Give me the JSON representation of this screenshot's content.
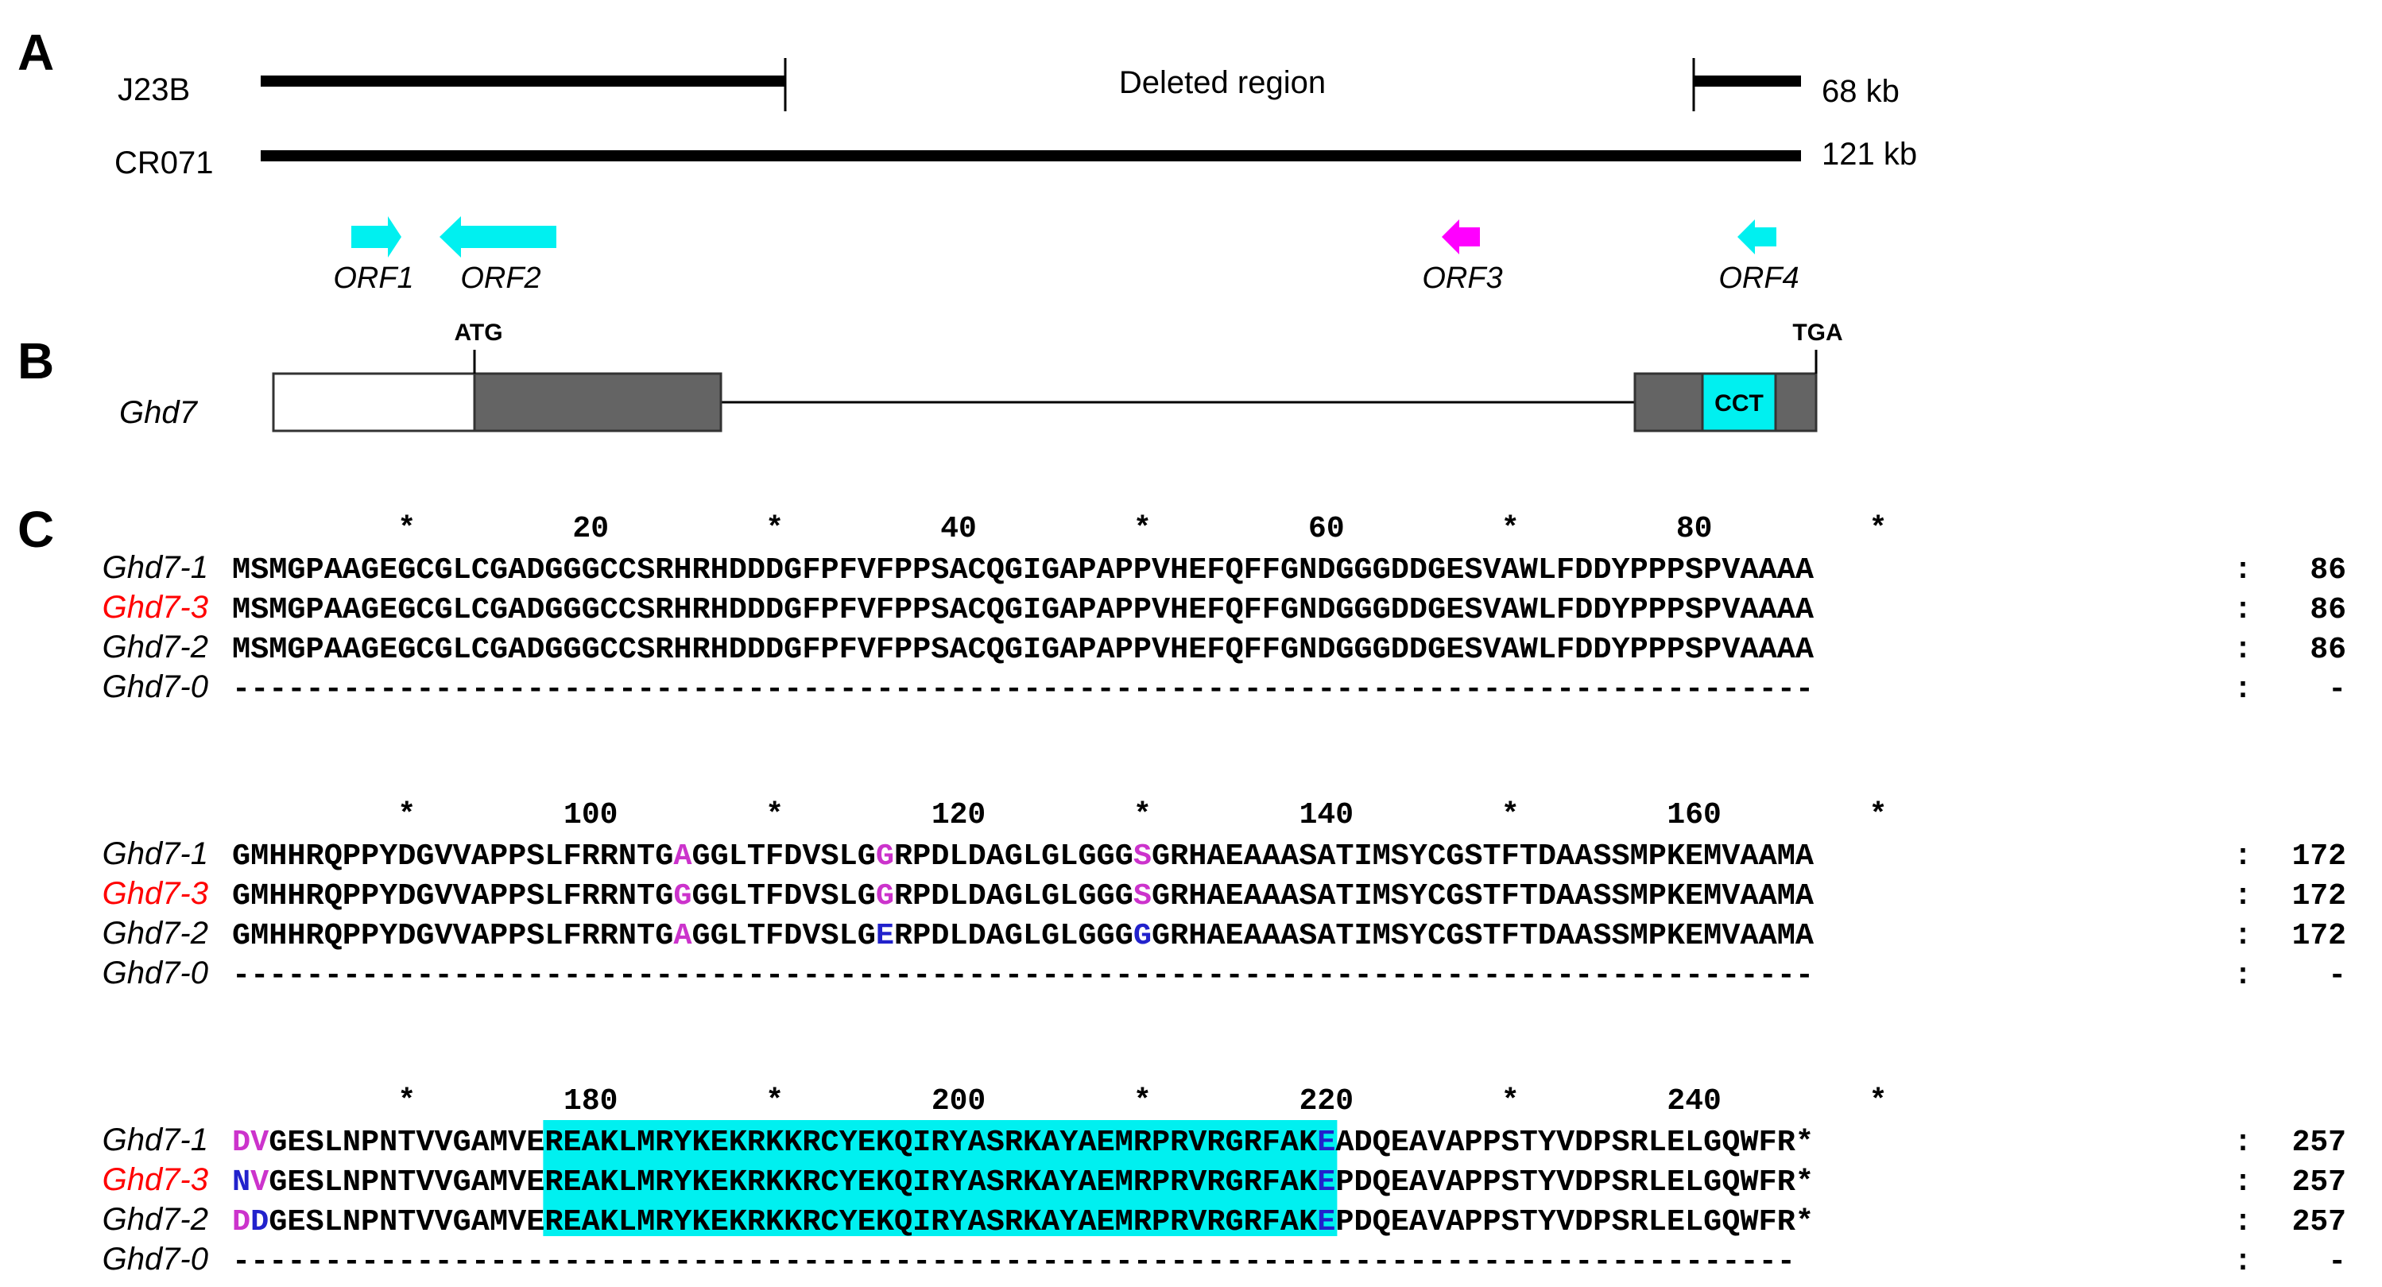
{
  "panels": {
    "a": "A",
    "b": "B",
    "c": "C"
  },
  "panel_a": {
    "tracks": [
      {
        "name": "J23B",
        "size": "68 kb"
      },
      {
        "name": "CR071",
        "size": "121 kb"
      }
    ],
    "deleted_label": "Deleted region",
    "orfs": [
      {
        "label": "ORF1",
        "color": "#00f0f0",
        "direction": "right"
      },
      {
        "label": "ORF2",
        "color": "#00f0f0",
        "direction": "left"
      },
      {
        "label": "ORF3",
        "color": "#ff00ff",
        "direction": "left"
      },
      {
        "label": "ORF4",
        "color": "#00f0f0",
        "direction": "left"
      }
    ]
  },
  "panel_b": {
    "gene": "Ghd7",
    "start_codon": "ATG",
    "stop_codon": "TGA",
    "domain": "CCT",
    "colors": {
      "utr": "#ffffff",
      "exon": "#646464",
      "domain": "#00f0f0"
    }
  },
  "panel_c": {
    "colors": {
      "highlight": "#00f0f0",
      "magenta": "#cc33cc",
      "blue": "#2222cc",
      "red_name": "#ff0000"
    },
    "blocks": [
      {
        "ruler_numbers": [
          "20",
          "40",
          "60",
          "80"
        ],
        "rows": [
          {
            "name": "Ghd7-1",
            "seq": "MSMGPAAGEGCGLCGADGGGCCSRHRHDDDGFPFVFPPSACQGIGAPAPPVHEFQFFGNDGGGDDGESVAWLFDDYPPPSPVAAAA",
            "sep": ":",
            "num": "86"
          },
          {
            "name": "Ghd7-3",
            "seq": "MSMGPAAGEGCGLCGADGGGCCSRHRHDDDGFPFVFPPSACQGIGAPAPPVHEFQFFGNDGGGDDGESVAWLFDDYPPPSPVAAAA",
            "sep": ":",
            "num": "86"
          },
          {
            "name": "Ghd7-2",
            "seq": "MSMGPAAGEGCGLCGADGGGCCSRHRHDDDGFPFVFPPSACQGIGAPAPPVHEFQFFGNDGGGDDGESVAWLFDDYPPPSPVAAAA",
            "sep": ":",
            "num": "86"
          },
          {
            "name": "Ghd7-0",
            "seq": "--------------------------------------------------------------------------------------",
            "sep": ":",
            "num": "-"
          }
        ]
      },
      {
        "ruler_numbers": [
          "100",
          "120",
          "140",
          "160"
        ],
        "rows": [
          {
            "name": "Ghd7-1",
            "seq": "GMHHRQPPYDGVVAPPSLFRRNTGAGGLTFDVSLGGRPDLDAGLGLGGGSGRHAEAAASATIMSYCGSTFTDAASSMPKEMVAAMA",
            "sep": ":",
            "num": "172"
          },
          {
            "name": "Ghd7-3",
            "seq": "GMHHRQPPYDGVVAPPSLFRRNTGGGGLTFDVSLGGRPDLDAGLGLGGGSGRHAEAAASATIMSYCGSTFTDAASSMPKEMVAAMA",
            "sep": ":",
            "num": "172"
          },
          {
            "name": "Ghd7-2",
            "seq": "GMHHRQPPYDGVVAPPSLFRRNTGAGGLTFDVSLGERPDLDAGLGLGGGGGRHAEAAASATIMSYCGSTFTDAASSMPKEMVAAMA",
            "sep": ":",
            "num": "172"
          },
          {
            "name": "Ghd7-0",
            "seq": "--------------------------------------------------------------------------------------",
            "sep": ":",
            "num": "-"
          }
        ]
      },
      {
        "ruler_numbers": [
          "180",
          "200",
          "220",
          "240"
        ],
        "rows": [
          {
            "name": "Ghd7-1",
            "seq": "DVGESLNPNTVVGAMVEREAKLMRYKEKRKKRCYEKQIRYASRKAYAEMRPRVRGRFAKEADQEAVAPPSTYVDPSRLELGQWFR*",
            "sep": ":",
            "num": "257"
          },
          {
            "name": "Ghd7-3",
            "seq": "NVGESLNPNTVVGAMVEREAKLMRYKEKRKKRCYEKQIRYASRKAYAEMRPRVRGRFAKEPDQEAVAPPSTYVDPSRLELGQWFR*",
            "sep": ":",
            "num": "257"
          },
          {
            "name": "Ghd7-2",
            "seq": "DDGESLNPNTVVGAMVEREAKLMRYKEKRKKRCYEKQIRYASRKAYAEMRPRVRGRFAKEPDQEAVAPPSTYVDPSRLELGQWFR*",
            "sep": ":",
            "num": "257"
          },
          {
            "name": "Ghd7-0",
            "seq": "-------------------------------------------------------------------------------------",
            "sep": ":",
            "num": "-"
          }
        ]
      }
    ]
  }
}
